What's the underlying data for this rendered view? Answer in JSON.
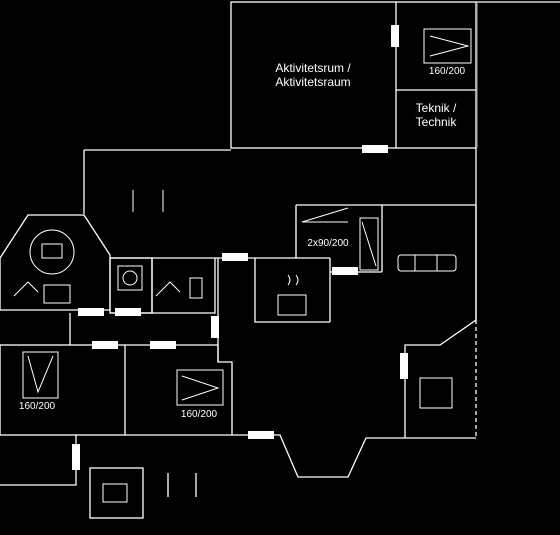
{
  "labels": {
    "activity_room": "Aktivitetsrum /\nAktivitetsraum",
    "technical_room": "Teknik /\nTechnik",
    "bed_top_right": "160/200",
    "bed_double": "2x90/200",
    "bed_left": "160/200",
    "bed_center": "160/200"
  },
  "colors": {
    "background": "#000000",
    "walls": "#ffffff",
    "doors": "#ffffff"
  },
  "icons": [
    "sauna-icon",
    "toilet-icon",
    "washing-machine-icon",
    "shower-icon",
    "stove-icon",
    "sofa-icon",
    "fireplace-icon",
    "bed-icon"
  ]
}
